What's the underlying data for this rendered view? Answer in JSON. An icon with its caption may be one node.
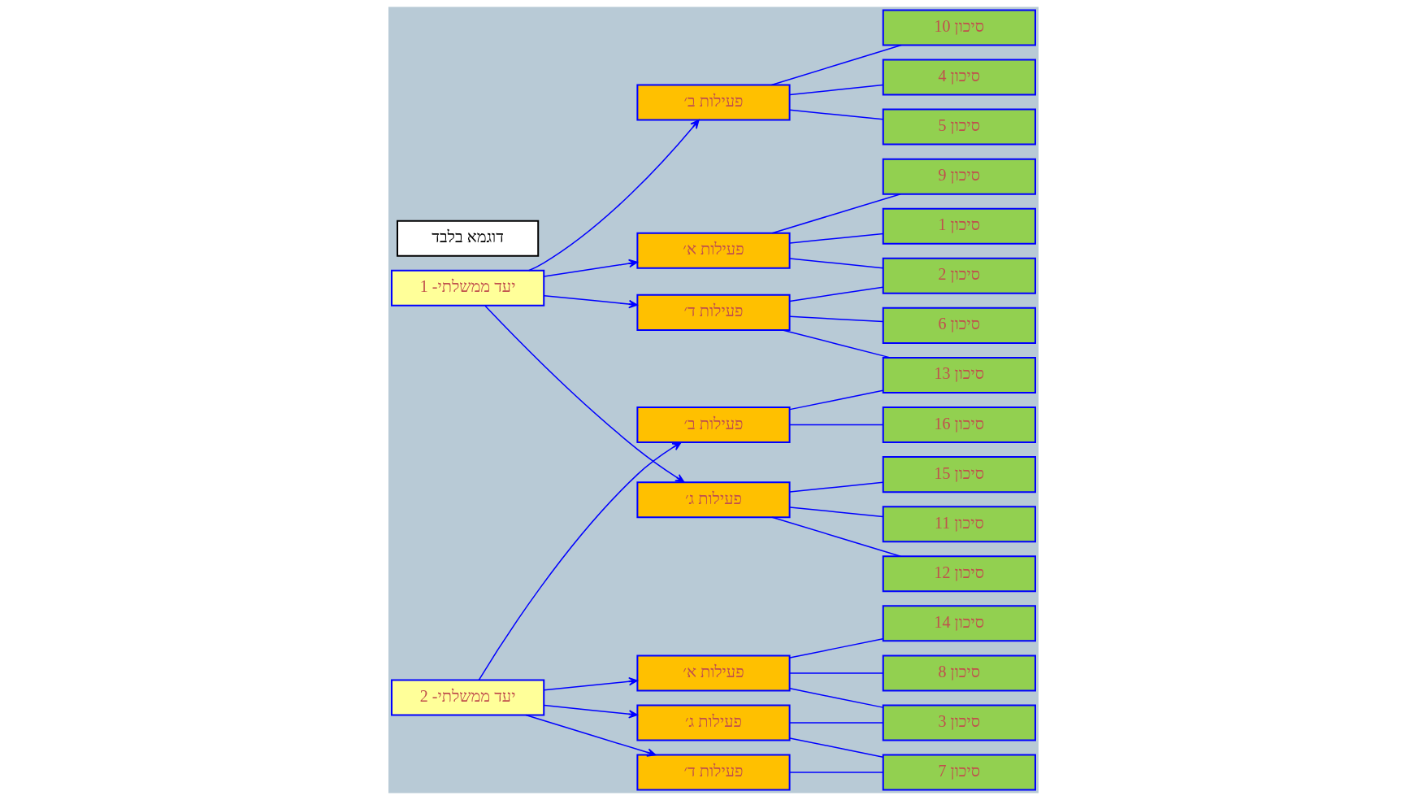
{
  "diagram": {
    "nodes": [
      {
        "text": [
          "דוגמא בלבד"
        ]
      },
      {
        "text": [
          "יעד ממשלתי- 1"
        ]
      },
      {
        "text": [
          "פעילות א׳"
        ]
      },
      {
        "text": [
          "פעילות ב׳"
        ]
      },
      {
        "text": [
          "פעילות ג׳"
        ]
      },
      {
        "text": [
          "פעילות ד׳"
        ]
      },
      {
        "text": [
          "יעד ממשלתי- 2"
        ]
      },
      {
        "text": [
          "פעילות א׳"
        ]
      },
      {
        "text": [
          "פעילות ב׳"
        ]
      },
      {
        "text": [
          "פעילות ג׳"
        ]
      },
      {
        "text": [
          "פעילות ד׳"
        ]
      },
      {
        "text": [
          "סיכון 9"
        ]
      },
      {
        "text": [
          "סיכון 10"
        ]
      },
      {
        "text": [
          "סיכון 11"
        ]
      },
      {
        "text": [
          "סיכון 12"
        ]
      },
      {
        "text": [
          "סיכון 13"
        ]
      },
      {
        "text": [
          "סיכון 14"
        ]
      },
      {
        "text": [
          "סיכון 15"
        ]
      },
      {
        "text": [
          "סיכון 16"
        ]
      },
      {
        "text": [
          "סיכון 1"
        ]
      },
      {
        "text": [
          "סיכון 2"
        ]
      },
      {
        "text": [
          "סיכון 3"
        ]
      },
      {
        "text": [
          "סיכון 4"
        ]
      },
      {
        "text": [
          "סיכון 5"
        ]
      },
      {
        "text": [
          "סיכון 6"
        ]
      },
      {
        "text": [
          "סיכון 7"
        ]
      },
      {
        "text": [
          "סיכון 8"
        ]
      }
    ],
    "edges": [
      {
        "from": 1,
        "to": 2,
        "arrow": "to"
      },
      {
        "from": 1,
        "to": 3,
        "arrow": "to"
      },
      {
        "from": 1,
        "to": 4,
        "arrow": "to"
      },
      {
        "from": 1,
        "to": 5,
        "arrow": "to"
      },
      {
        "from": 6,
        "to": 7,
        "arrow": "to"
      },
      {
        "from": 6,
        "to": 8,
        "arrow": "to"
      },
      {
        "from": 6,
        "to": 9,
        "arrow": "to"
      },
      {
        "from": 6,
        "to": 10,
        "arrow": "to"
      },
      {
        "from": 2,
        "to": 11,
        "arrow": "none"
      },
      {
        "from": 2,
        "to": 19,
        "arrow": "none"
      },
      {
        "from": 2,
        "to": 20,
        "arrow": "none"
      },
      {
        "from": 3,
        "to": 12,
        "arrow": "none"
      },
      {
        "from": 3,
        "to": 22,
        "arrow": "none"
      },
      {
        "from": 3,
        "to": 23,
        "arrow": "none"
      },
      {
        "from": 4,
        "to": 13,
        "arrow": "none"
      },
      {
        "from": 4,
        "to": 14,
        "arrow": "none"
      },
      {
        "from": 4,
        "to": 17,
        "arrow": "none"
      },
      {
        "from": 5,
        "to": 20,
        "arrow": "none"
      },
      {
        "from": 5,
        "to": 15,
        "arrow": "none"
      },
      {
        "from": 5,
        "to": 24,
        "arrow": "none"
      },
      {
        "from": 7,
        "to": 21,
        "arrow": "none"
      },
      {
        "from": 7,
        "to": 16,
        "arrow": "none"
      },
      {
        "from": 7,
        "to": 26,
        "arrow": "none"
      },
      {
        "from": 8,
        "to": 15,
        "arrow": "none"
      },
      {
        "from": 8,
        "to": 18,
        "arrow": "none"
      },
      {
        "from": 9,
        "to": 21,
        "arrow": "none"
      },
      {
        "from": 9,
        "to": 25,
        "arrow": "none"
      },
      {
        "from": 10,
        "to": 25,
        "arrow": "none"
      }
    ]
  }
}
